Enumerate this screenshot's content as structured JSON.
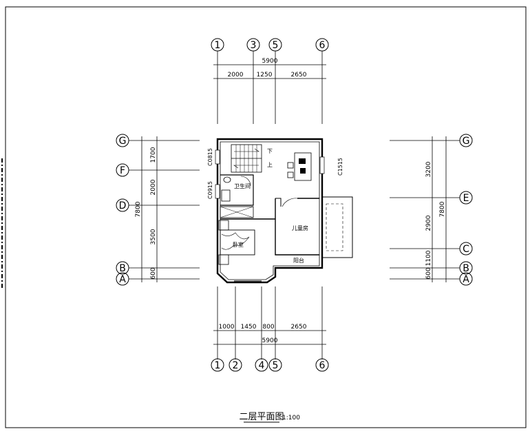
{
  "drawing": {
    "title": "二层平面图",
    "scale": "1:100"
  },
  "axes": {
    "top_labels": [
      "1",
      "3",
      "5",
      "6"
    ],
    "bottom_labels": [
      "1",
      "2",
      "4",
      "5",
      "6"
    ],
    "left_labels": [
      "G",
      "F",
      "D",
      "B",
      "A"
    ],
    "right_labels": [
      "G",
      "E",
      "C",
      "B",
      "A"
    ]
  },
  "dimensions": {
    "top_total": "5900",
    "top_parts": [
      "2000",
      "1250",
      "2650"
    ],
    "bottom_total": "5900",
    "bottom_parts": [
      "1000",
      "1450",
      "800",
      "2650"
    ],
    "left_parts": [
      "1700",
      "2000",
      "3500",
      "600"
    ],
    "left_total": "7800",
    "right_parts": [
      "3200",
      "2900",
      "1100",
      "600"
    ],
    "right_total": "7800"
  },
  "rooms": {
    "bathroom": "卫生间",
    "kids_room": "儿童房",
    "bedroom": "卧室",
    "balcony": "阳台",
    "stair_down": "下",
    "stair_up": "上"
  },
  "windows": {
    "w1": "C0815",
    "w2": "C0915",
    "w3": "C1515"
  }
}
